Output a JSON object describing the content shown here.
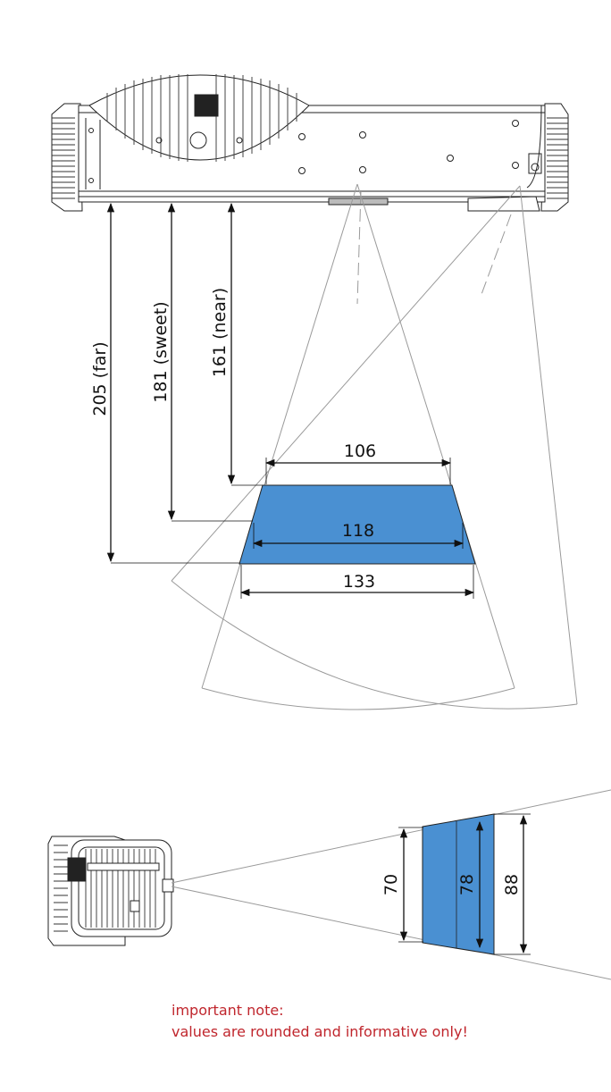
{
  "top_view": {
    "distance_far": "205 (far)",
    "distance_sweet": "181 (sweet)",
    "distance_near": "161 (near)",
    "width_near": "106",
    "width_sweet": "118",
    "width_far": "133"
  },
  "side_view": {
    "height_near": "70",
    "height_sweet": "78",
    "height_far": "88"
  },
  "note": {
    "line1": "important note:",
    "line2": "values are rounded and informative only!"
  },
  "colors": {
    "projection_fill": "#4a90d2",
    "line": "#111111",
    "ray": "#9a9a9a",
    "note": "#c0262d"
  }
}
